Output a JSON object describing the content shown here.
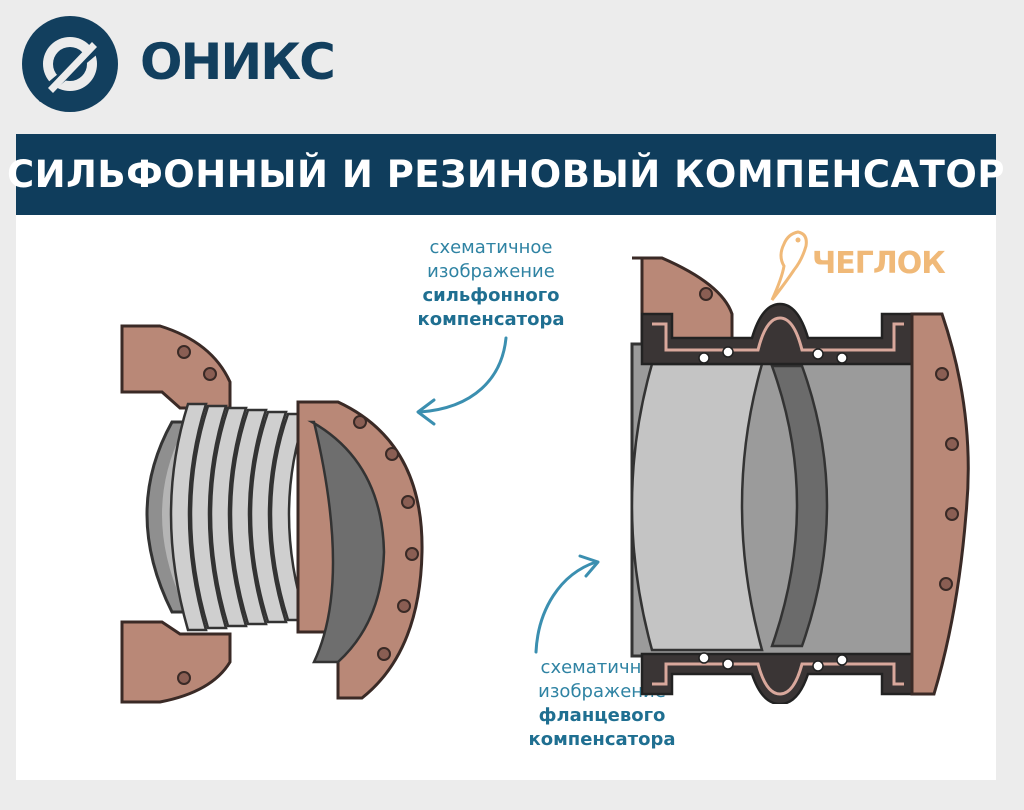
{
  "logo": {
    "name": "ОНИКС"
  },
  "title": "СИЛЬФОННЫЙ И РЕЗИНОВЫЙ КОМПЕНСАТОР",
  "captions": {
    "bellows": {
      "line1": "схематичное",
      "line2": "изображение",
      "line3": "сильфонного",
      "line4": "компенсатора"
    },
    "flange": {
      "line1": "схематичное",
      "line2": "изображение",
      "line3": "фланцевого",
      "line4": "компенсатора"
    }
  },
  "watermark": {
    "text": "ЧЕГЛОК"
  },
  "colors": {
    "brand": "#0f3d5c",
    "caption": "#2f83a3",
    "flange": "#b98877",
    "metal": "#8f8f8f",
    "rubber": "#3a3535",
    "watermark": "#f0b978"
  },
  "icons": {
    "logo_mark": "onyx-logo-icon",
    "watermark_mark": "falcon-icon"
  }
}
